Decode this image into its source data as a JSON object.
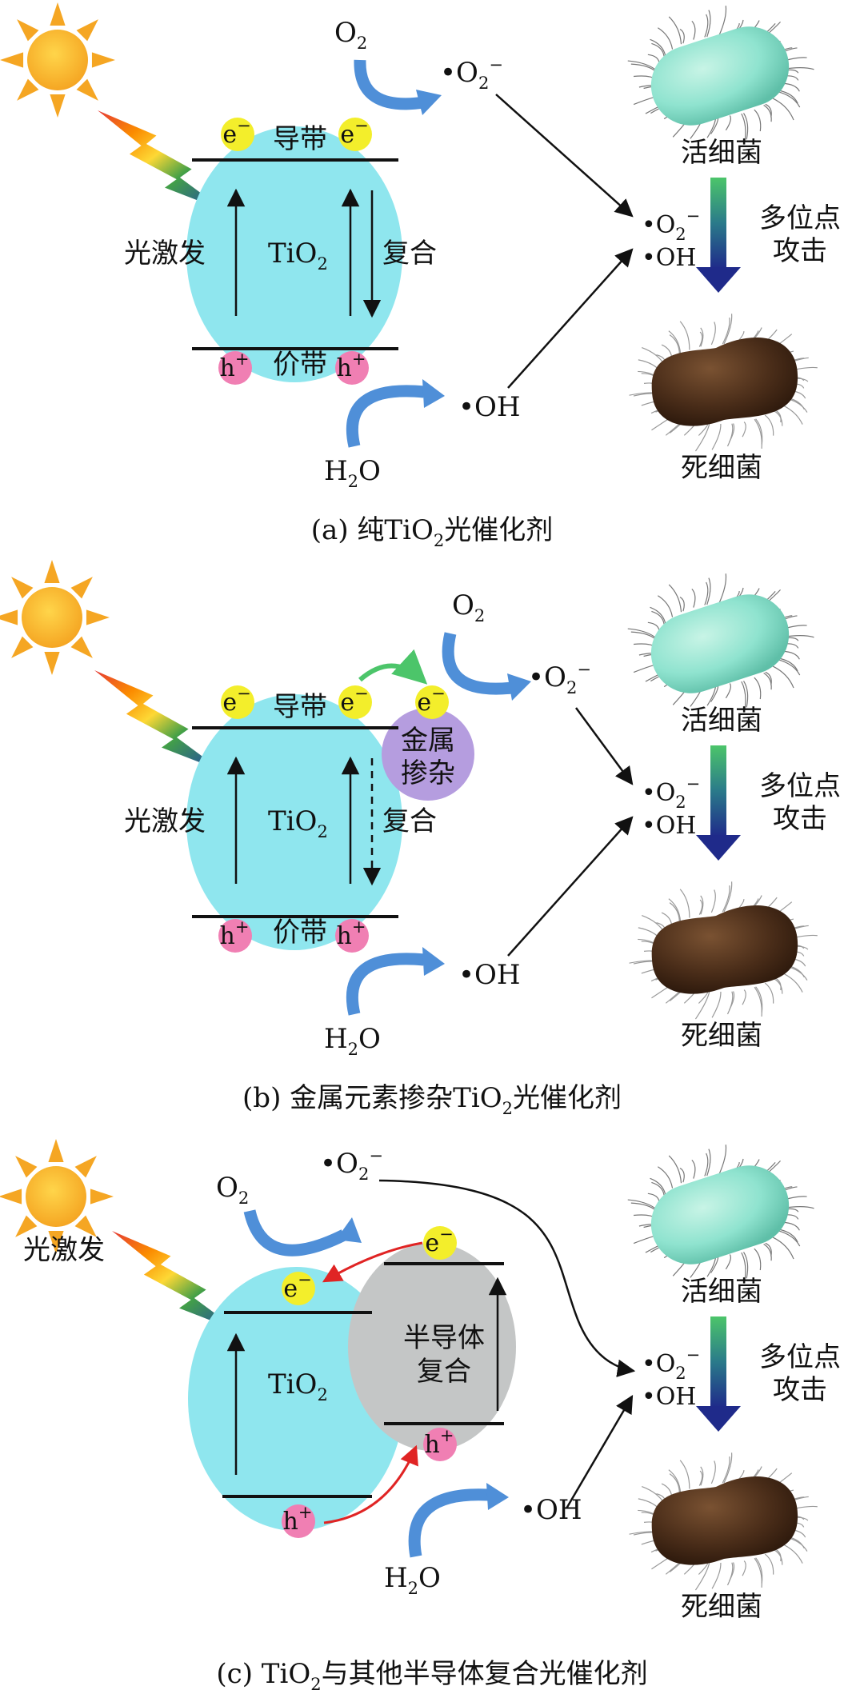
{
  "colors": {
    "tio2": "#8fe6ee",
    "electron": "#f3ee2b",
    "hole": "#f07fb3",
    "metal": "#b59ddf",
    "semiconductor": "#c4c6c6",
    "blue_arrow": "#4f8fd8",
    "green_arrow": "#4cc56a",
    "red_arrow": "#e02424",
    "live_bacteria": "#8fe3cf",
    "dead_bacteria": "#4a2d19",
    "sun": "#f5a623"
  },
  "icons": [
    "sun-icon",
    "lightning-icon",
    "live-bacteria-icon",
    "dead-bacteria-icon"
  ],
  "panel_a": {
    "caption_pre": "(a) 纯TiO",
    "caption_sub": "2",
    "caption_post": "光催化剂",
    "conduction_band": "导带",
    "valence_band": "价带",
    "photoexcitation": "光激发",
    "recombination": "复合",
    "tio2": "TiO",
    "tio2_sub": "2",
    "electron": "e",
    "electron_sup": "−",
    "hole": "h",
    "hole_sup": "+",
    "o2": "O",
    "o2_sub": "2",
    "superoxide": "•O",
    "superoxide_sub": "2",
    "superoxide_sup": "−",
    "hydroxyl": "•OH",
    "h2o_pre": "H",
    "h2o_sub": "2",
    "h2o_post": "O",
    "combined_o": "•O",
    "combined_o_sub": "2",
    "combined_o_sup": "−",
    "combined_oh": "•OH",
    "live": "活细菌",
    "dead": "死细菌",
    "attack_1": "多位点",
    "attack_2": "攻击"
  },
  "panel_b": {
    "caption_pre": "(b) 金属元素掺杂TiO",
    "caption_sub": "2",
    "caption_post": "光催化剂",
    "conduction_band": "导带",
    "valence_band": "价带",
    "photoexcitation": "光激发",
    "recombination": "复合",
    "tio2": "TiO",
    "tio2_sub": "2",
    "metal_1": "金属",
    "metal_2": "掺杂",
    "electron": "e",
    "electron_sup": "−",
    "hole": "h",
    "hole_sup": "+",
    "o2": "O",
    "o2_sub": "2",
    "superoxide": "•O",
    "superoxide_sub": "2",
    "superoxide_sup": "−",
    "hydroxyl": "•OH",
    "h2o_pre": "H",
    "h2o_sub": "2",
    "h2o_post": "O",
    "combined_o": "•O",
    "combined_o_sub": "2",
    "combined_o_sup": "−",
    "combined_oh": "•OH",
    "live": "活细菌",
    "dead": "死细菌",
    "attack_1": "多位点",
    "attack_2": "攻击"
  },
  "panel_c": {
    "caption_pre": "(c) TiO",
    "caption_sub": "2",
    "caption_post": "与其他半导体复合光催化剂",
    "photoexcitation": "光激发",
    "tio2": "TiO",
    "tio2_sub": "2",
    "semi_1": "半导体",
    "semi_2": "复合",
    "electron": "e",
    "electron_sup": "−",
    "hole": "h",
    "hole_sup": "+",
    "o2": "O",
    "o2_sub": "2",
    "superoxide": "•O",
    "superoxide_sub": "2",
    "superoxide_sup": "−",
    "hydroxyl": "•OH",
    "h2o_pre": "H",
    "h2o_sub": "2",
    "h2o_post": "O",
    "combined_o": "•O",
    "combined_o_sub": "2",
    "combined_o_sup": "−",
    "combined_oh": "•OH",
    "live": "活细菌",
    "dead": "死细菌",
    "attack_1": "多位点",
    "attack_2": "攻击"
  }
}
